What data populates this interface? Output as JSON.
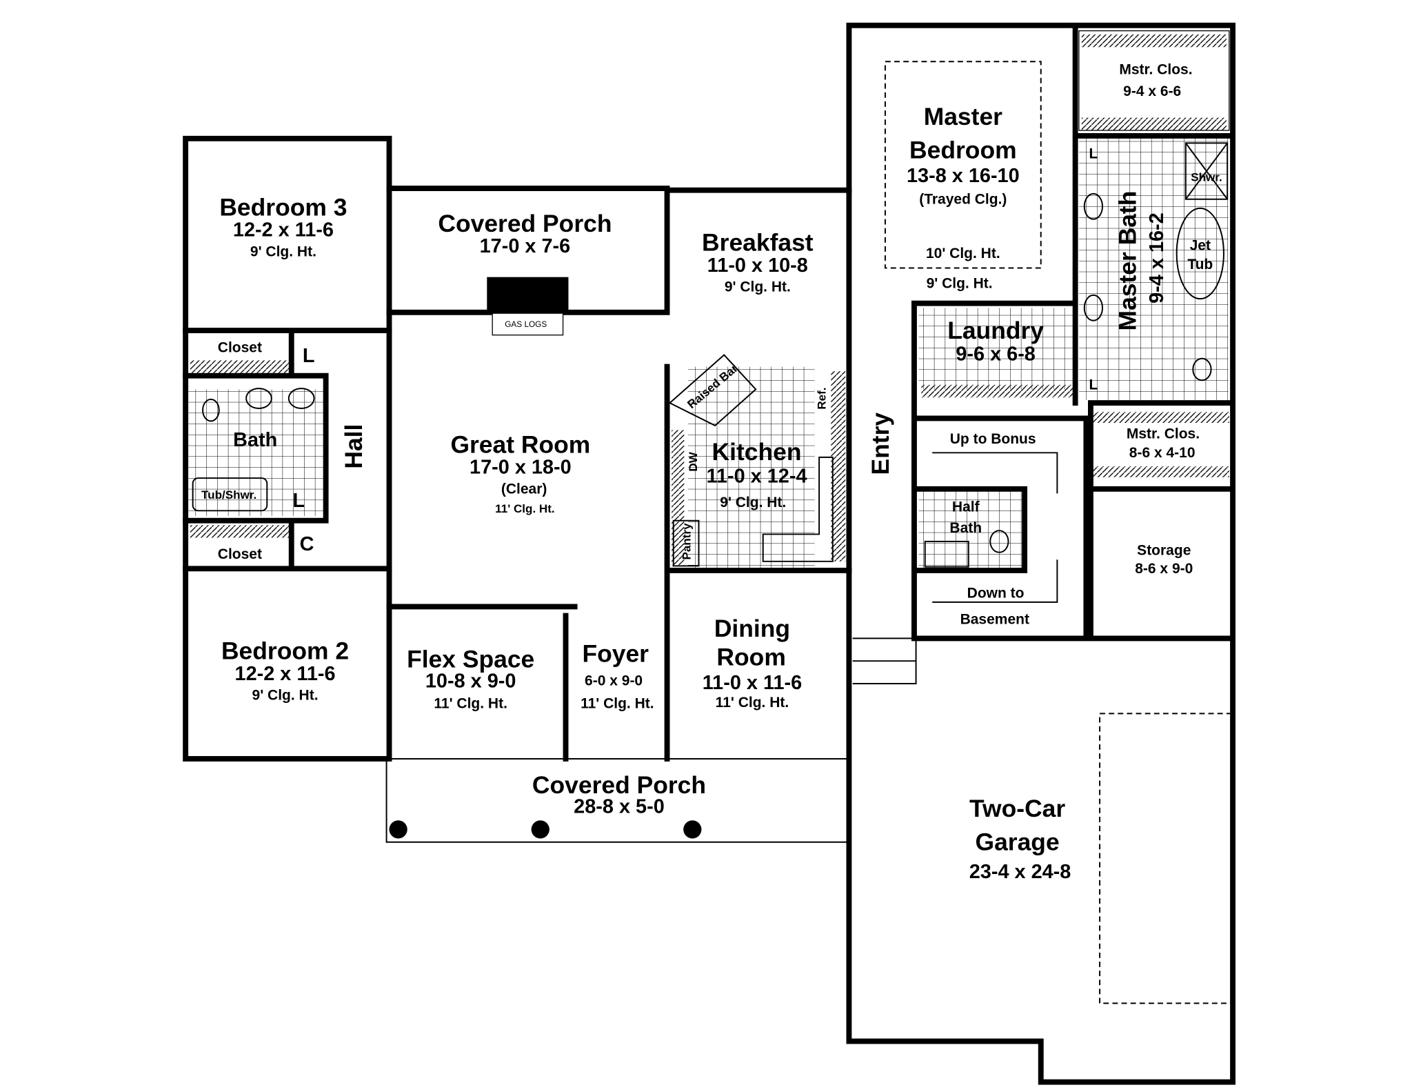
{
  "rooms": {
    "bedroom3": {
      "name": "Bedroom 3",
      "size": "12-2 x 11-6",
      "ceiling": "9' Clg. Ht."
    },
    "porch_back": {
      "name": "Covered Porch",
      "size": "17-0 x 7-6",
      "gas_logs": "GAS LOGS"
    },
    "breakfast": {
      "name": "Breakfast",
      "size": "11-0 x 10-8",
      "ceiling": "9' Clg. Ht."
    },
    "master": {
      "name1": "Master",
      "name2": "Bedroom",
      "size": "13-8 x 16-10",
      "note": "(Trayed Clg.)",
      "tray_ceiling": "10' Clg. Ht.",
      "ceiling": "9' Clg. Ht."
    },
    "mstr_clos1": {
      "name": "Mstr. Clos.",
      "size": "9-4 x 6-6"
    },
    "master_bath": {
      "name": "Master Bath",
      "size": "9-4 x 16-2",
      "shower": "Shwr.",
      "jet1": "Jet",
      "jet2": "Tub",
      "linen1": "L",
      "linen2": "L"
    },
    "closet_top": {
      "name": "Closet",
      "linen": "L"
    },
    "bath": {
      "name": "Bath",
      "tub": "Tub/Shwr.",
      "linen": "L"
    },
    "hall": {
      "name": "Hall"
    },
    "closet_bottom": {
      "name": "Closet",
      "coat": "C"
    },
    "great_room": {
      "name": "Great Room",
      "size": "17-0 x 18-0",
      "note": "(Clear)",
      "ceiling": "11' Clg. Ht."
    },
    "kitchen": {
      "name": "Kitchen",
      "size": "11-0 x 12-4",
      "ceiling": "9' Clg. Ht.",
      "raised_bar": "Raised Bar",
      "ref": "Ref.",
      "dw": "DW",
      "pantry": "Pantry"
    },
    "entry": {
      "name": "Entry"
    },
    "laundry": {
      "name": "Laundry",
      "size": "9-6 x 6-8"
    },
    "stairs": {
      "up": "Up to Bonus",
      "down1": "Down to",
      "down2": "Basement"
    },
    "half_bath": {
      "name1": "Half",
      "name2": "Bath"
    },
    "mstr_clos2": {
      "name": "Mstr. Clos.",
      "size": "8-6 x 4-10"
    },
    "storage": {
      "name": "Storage",
      "size": "8-6 x 9-0"
    },
    "bedroom2": {
      "name": "Bedroom 2",
      "size": "12-2 x 11-6",
      "ceiling": "9' Clg. Ht."
    },
    "flex": {
      "name": "Flex Space",
      "size": "10-8 x 9-0",
      "ceiling": "11' Clg. Ht."
    },
    "foyer": {
      "name": "Foyer",
      "size": "6-0 x 9-0",
      "ceiling": "11' Clg. Ht."
    },
    "dining": {
      "name1": "Dining",
      "name2": "Room",
      "size": "11-0 x 11-6",
      "ceiling": "11' Clg. Ht."
    },
    "porch_front": {
      "name": "Covered Porch",
      "size": "28-8 x 5-0"
    },
    "garage": {
      "name1": "Two-Car",
      "name2": "Garage",
      "size": "23-4 x 24-8"
    }
  }
}
